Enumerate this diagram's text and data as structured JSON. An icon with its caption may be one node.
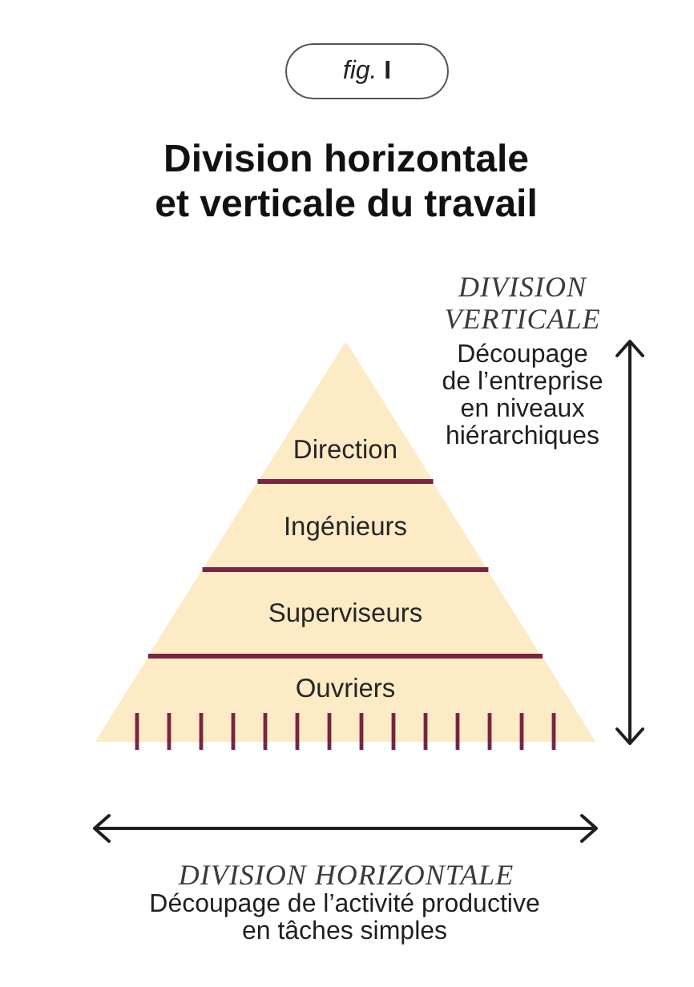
{
  "diagram": {
    "title": "Division horizontale et verticale du travail",
    "nodes": [
      {
        "text": [
          "*fig.* **I**"
        ]
      },
      {
        "text": [
          "Direction"
        ]
      },
      {
        "text": [
          "Ingénieurs"
        ]
      },
      {
        "text": [
          "Superviseurs"
        ]
      },
      {
        "text": [
          "Ouvriers"
        ]
      }
    ],
    "labels": [
      "DIVISION VERTICALE",
      "Découpage de l’entreprise en niveaux hiérarchiques",
      "DIVISION HORIZONTALE",
      "Découpage de l’activité productive en tâches simples"
    ]
  }
}
